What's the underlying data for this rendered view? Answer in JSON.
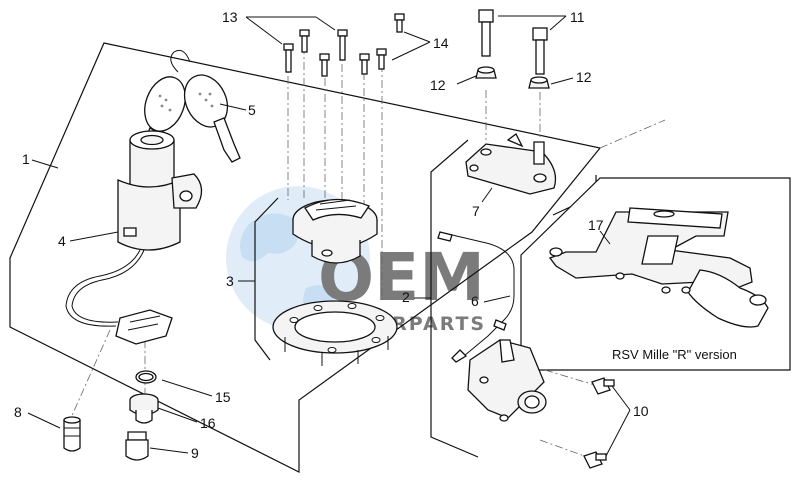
{
  "diagram": {
    "callouts": {
      "p1": "1",
      "p2": "2",
      "p3": "3",
      "p4": "4",
      "p5": "5",
      "p6": "6",
      "p7": "7",
      "p8": "8",
      "p9": "9",
      "p10": "10",
      "p11": "11",
      "p12a": "12",
      "p12b": "12",
      "p13": "13",
      "p14": "14",
      "p15": "15",
      "p16": "16",
      "p17": "17"
    },
    "inset_caption": "RSV Mille \"R\" version",
    "watermark": {
      "word": "OEM",
      "sub": "MOTORPARTS"
    }
  },
  "colors": {
    "ink": "#111111",
    "watermark_blue": "#7fb6e3"
  }
}
